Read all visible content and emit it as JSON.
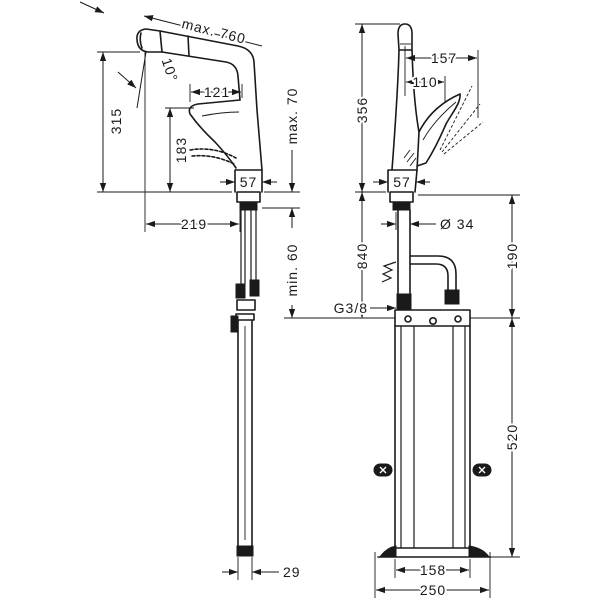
{
  "side_view": {
    "reach": "max. 760",
    "angle": "10°",
    "height_315": "315",
    "height_183": "183",
    "width_121": "121",
    "base_57": "57",
    "deck_max": "max. 70",
    "projection_219": "219",
    "deck_min": "min. 60",
    "hose_29": "29"
  },
  "front_view": {
    "height_356": "356",
    "width_157": "157",
    "width_110": "110",
    "base_57": "57",
    "diameter": "Ø 34",
    "length_840": "840",
    "offset_190": "190",
    "thread": "G3/8",
    "box_520": "520",
    "box_158": "158",
    "box_250": "250"
  }
}
